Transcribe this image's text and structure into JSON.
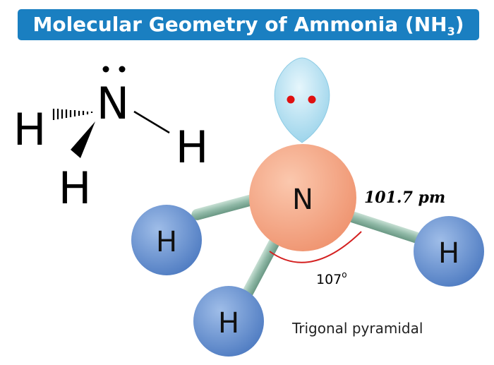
{
  "title": {
    "text": "Molecular Geometry of Ammonia (NH",
    "subscript": "3",
    "close": ")"
  },
  "lewis_structure": {
    "central_atom": "N",
    "lone_pair": "··",
    "hydrogen_left": "H",
    "hydrogen_right": "H",
    "hydrogen_bottom": "H"
  },
  "model_3d": {
    "nitrogen_label": "N",
    "hydrogen_labels": [
      "H",
      "H",
      "H"
    ],
    "bond_length": "101.7 pm",
    "bond_angle": "107",
    "angle_unit": "o",
    "geometry_name": "Trigonal pyramidal"
  },
  "colors": {
    "banner": "#1a7fc1",
    "nitrogen": "#f4a382",
    "hydrogen": "#6d93d1",
    "bond": "#8fb8a6",
    "lone_pair_cloud": "#bfe3f2",
    "lone_pair_dots": "#e01010",
    "angle_arc": "#d42020"
  }
}
